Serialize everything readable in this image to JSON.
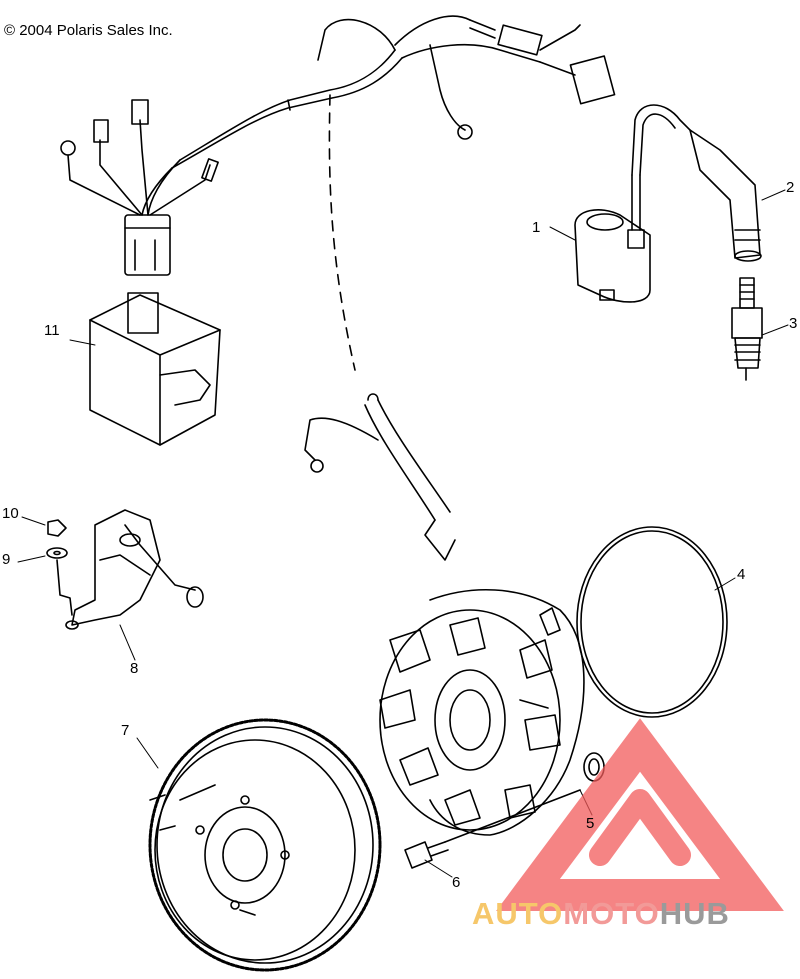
{
  "copyright": "© 2004 Polaris Sales Inc.",
  "callouts": {
    "c1": "1",
    "c2": "2",
    "c3": "3",
    "c4": "4",
    "c5": "5",
    "c6": "6",
    "c7": "7",
    "c8": "8",
    "c9": "9",
    "c10": "10",
    "c11": "11"
  },
  "watermark": {
    "part1": "AUTO",
    "part2": "MOTO",
    "part3": "HUB",
    "colors": {
      "auto": "#f6c76a",
      "moto": "#f29a98",
      "hub": "#9a9a9a",
      "triangle": "#f15b5b"
    }
  }
}
